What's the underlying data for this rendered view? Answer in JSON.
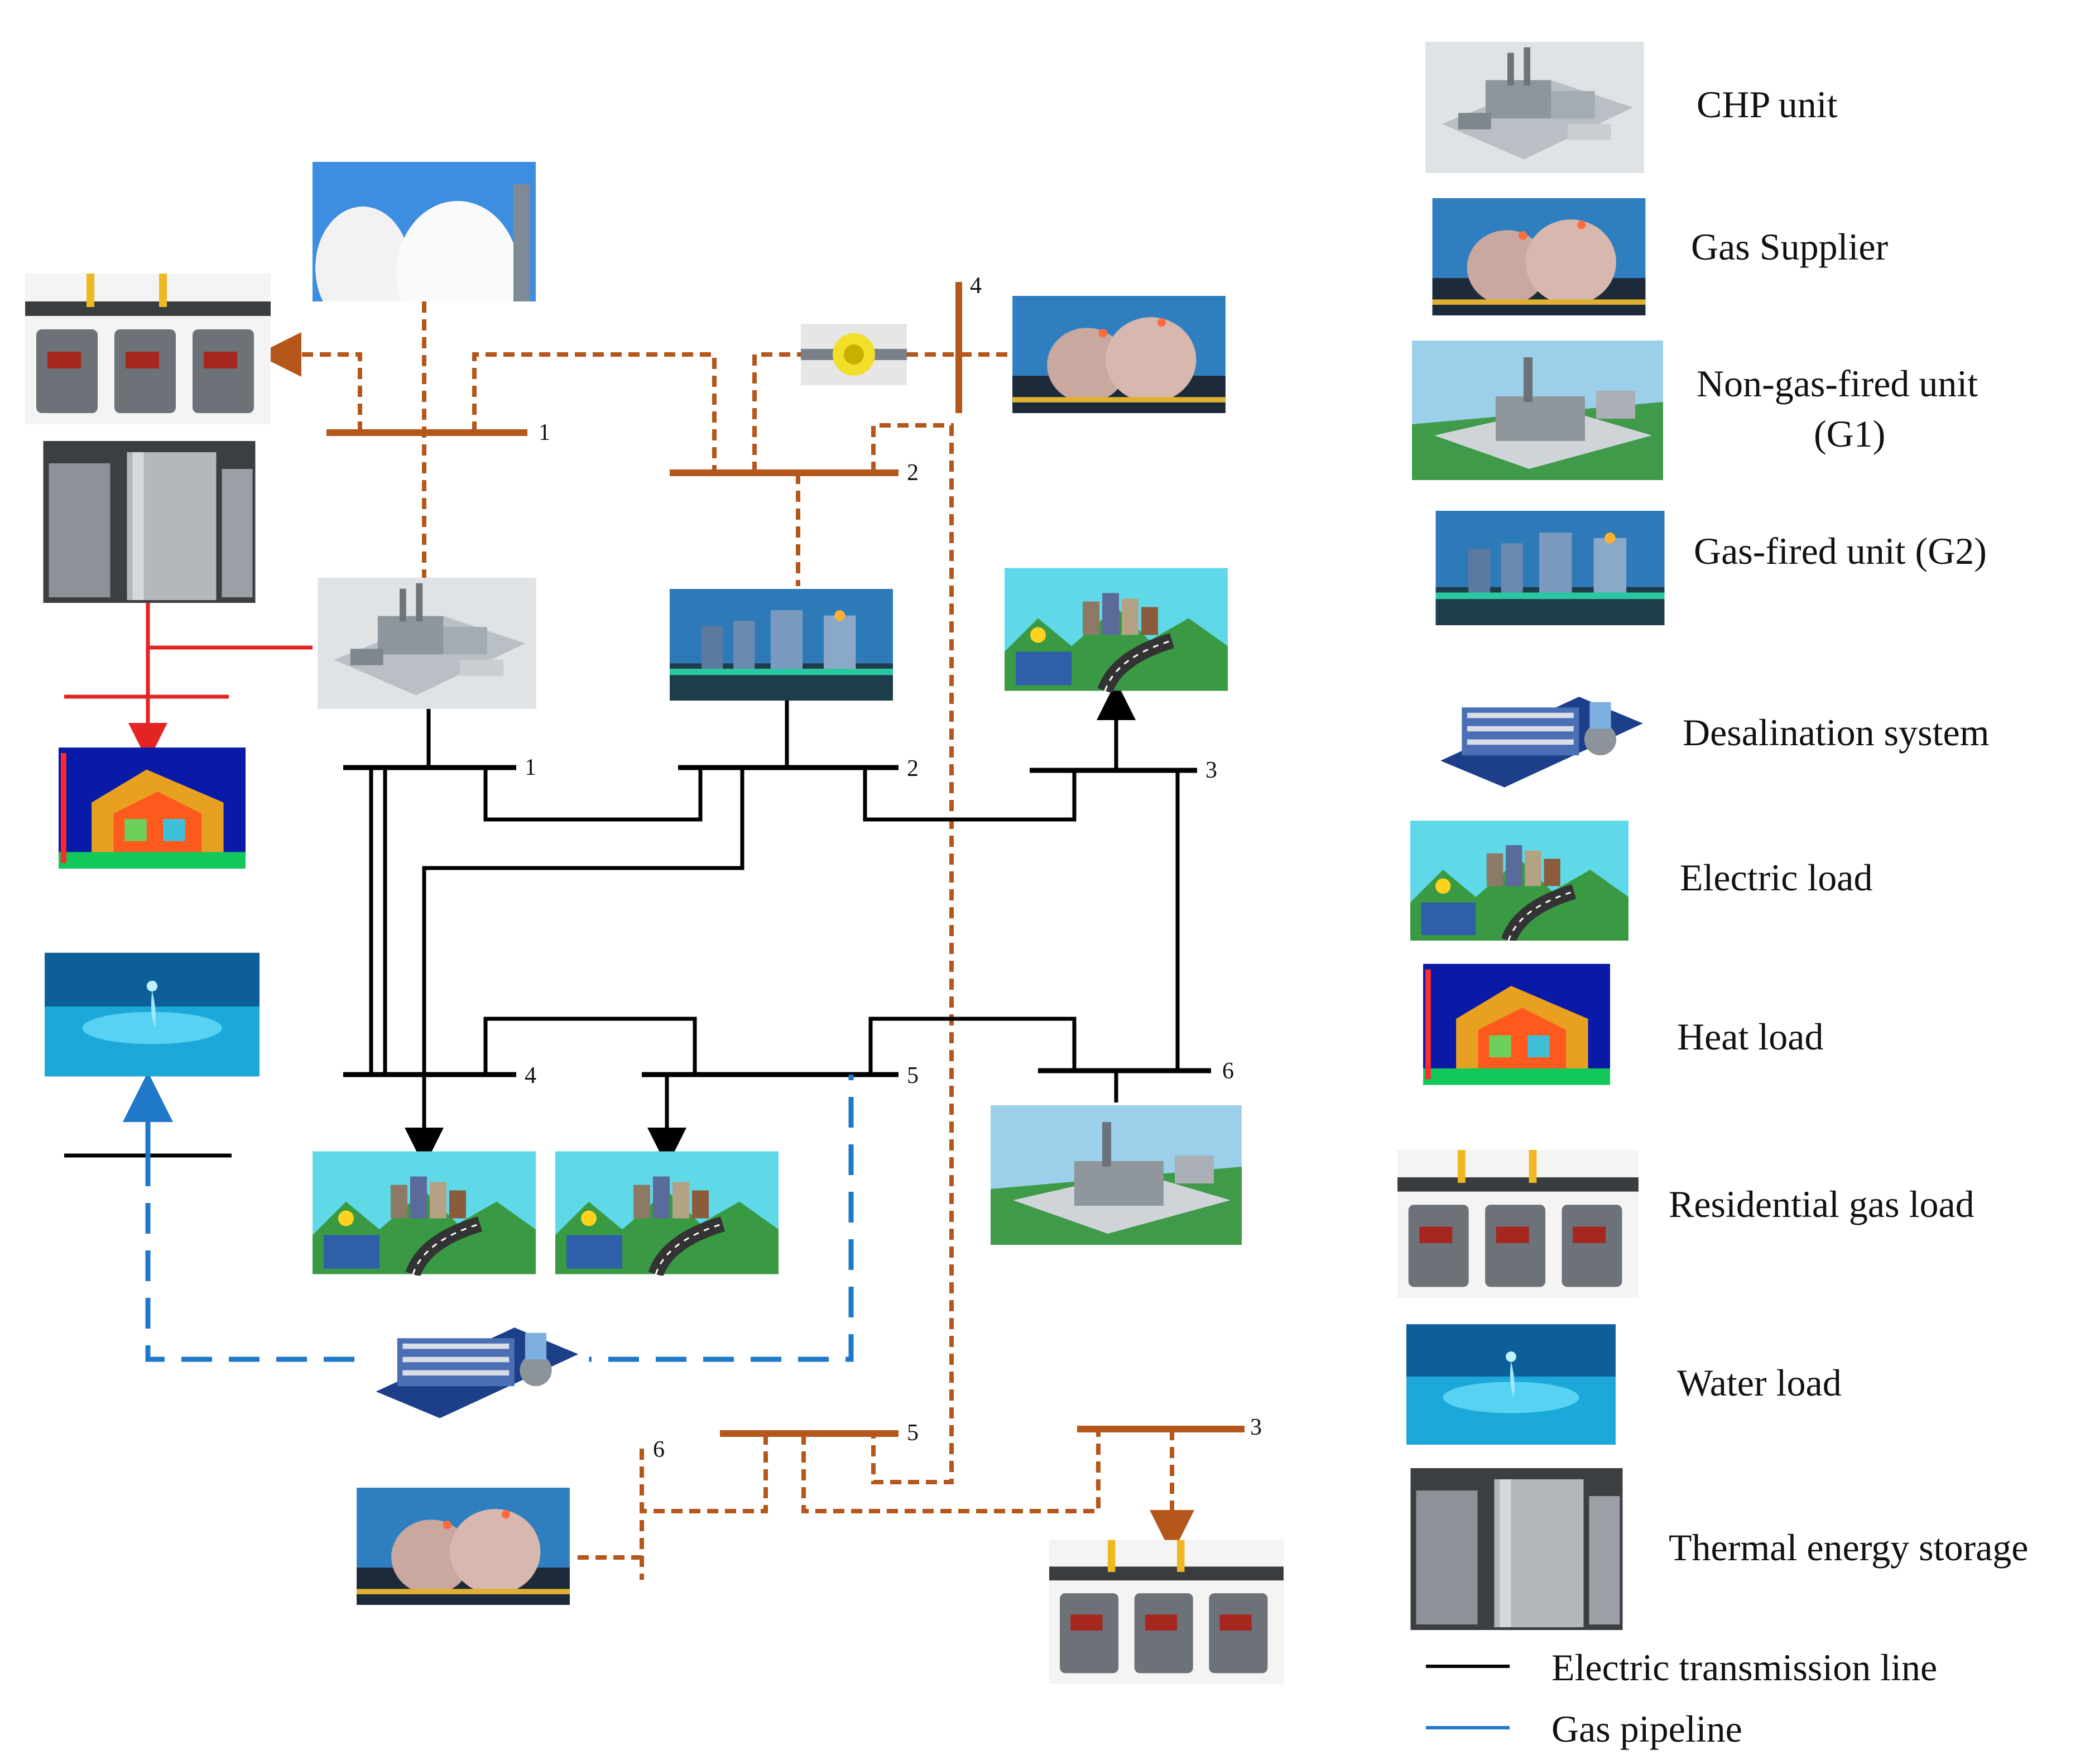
{
  "bus_labels": {
    "gas": [
      "1",
      "2",
      "3",
      "4",
      "5",
      "6"
    ],
    "electric": [
      "1",
      "2",
      "3",
      "4",
      "5",
      "6"
    ]
  },
  "legend": {
    "chp_unit": "CHP unit",
    "gas_supplier": "Gas Supplier",
    "non_gas_fired_unit_line1": "Non-gas-fired unit",
    "non_gas_fired_unit_line2": "(G1)",
    "gas_fired_unit": "Gas-fired unit (G2)",
    "desalination_system": "Desalination system",
    "electric_load": "Electric load",
    "heat_load": "Heat load",
    "residential_gas_load": "Residential gas load",
    "water_load": "Water load",
    "thermal_energy_storage": "Thermal energy storage",
    "electric_transmission_line": "Electric transmission line",
    "gas_pipeline": "Gas pipeline"
  },
  "colors": {
    "electric_line": "#000000",
    "gas_network": "#b5561a",
    "heat_line": "#e32424",
    "water_pipeline": "#1f78c8",
    "legend_gas_swatch": "#1f78c8"
  }
}
